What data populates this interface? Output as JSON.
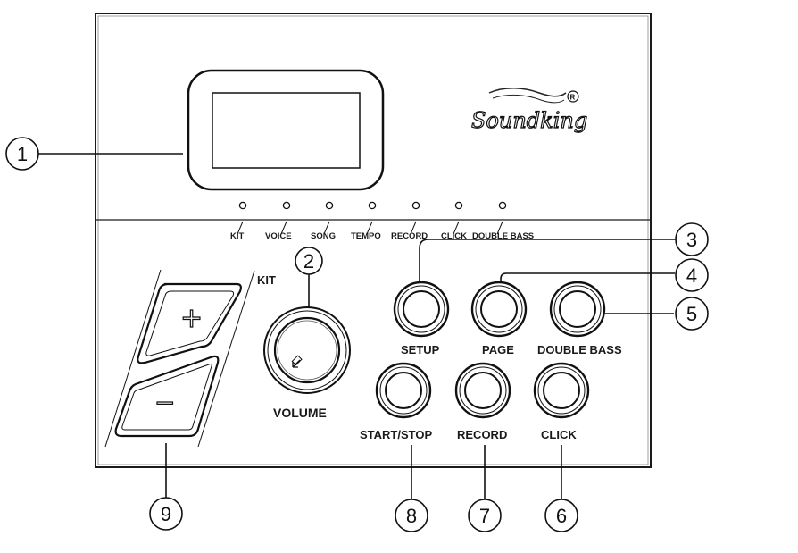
{
  "brand": {
    "name": "Soundking",
    "mark": "®"
  },
  "indicators": [
    "KIT",
    "VOICE",
    "SONG",
    "TEMPO",
    "RECORD",
    "CLICK",
    "DOUBLE BASS"
  ],
  "kit_label": "KIT",
  "kit_plus": "+",
  "kit_minus": "−",
  "volume_label": "VOLUME",
  "buttons": {
    "setup": "SETUP",
    "page": "PAGE",
    "double_bass": "DOUBLE BASS",
    "start_stop": "START/STOP",
    "record": "RECORD",
    "click": "CLICK"
  },
  "callouts": {
    "n1": "1",
    "n2": "2",
    "n3": "3",
    "n4": "4",
    "n5": "5",
    "n6": "6",
    "n7": "7",
    "n8": "8",
    "n9": "9"
  }
}
